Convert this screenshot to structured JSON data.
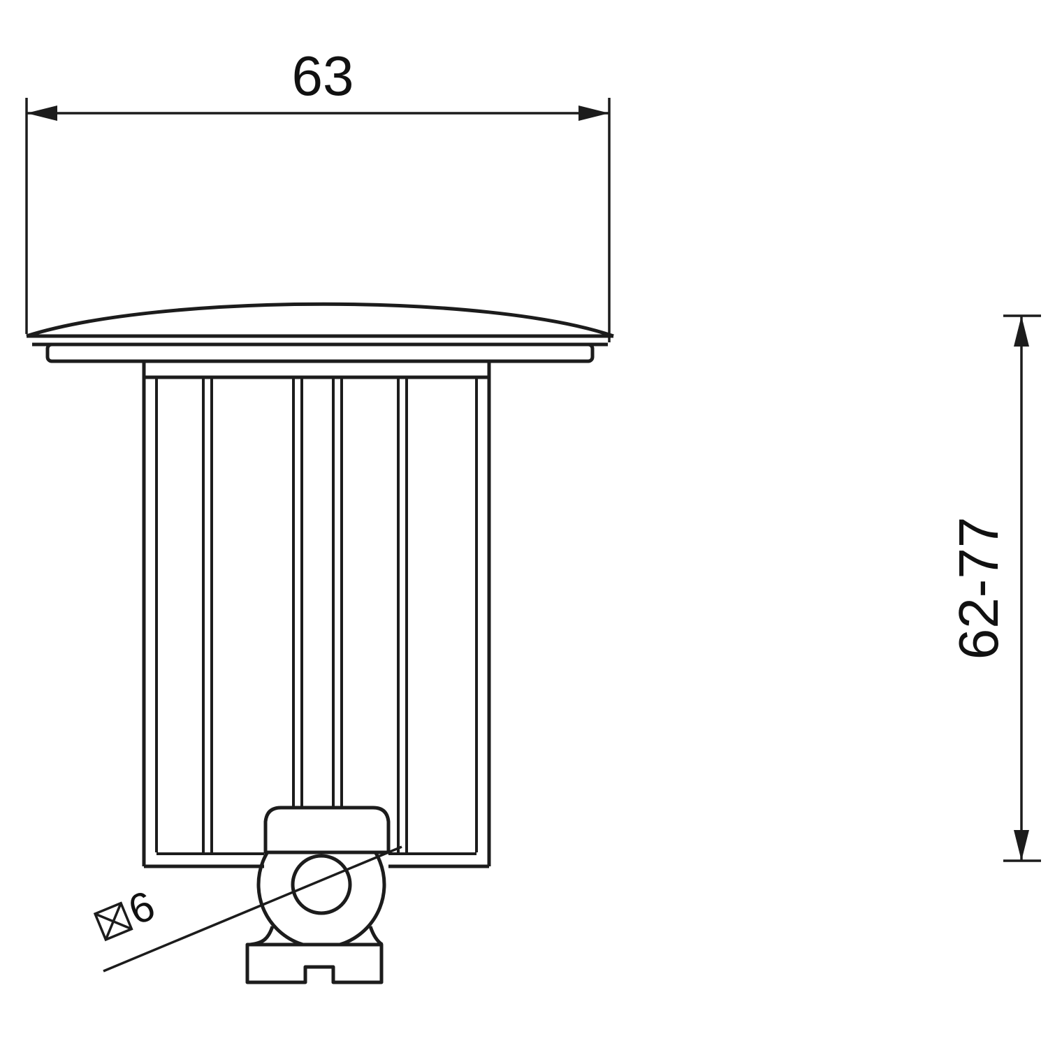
{
  "drawing": {
    "background": "#ffffff",
    "line_color": "#1c1c1c"
  },
  "dimensions": {
    "width": {
      "label": "63"
    },
    "height": {
      "label": "62-77"
    },
    "square_section": {
      "label": "6",
      "symbol": "square-with-cross"
    }
  }
}
